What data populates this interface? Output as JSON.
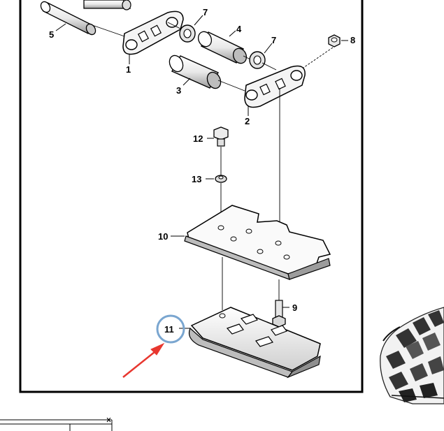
{
  "diagram": {
    "callouts": [
      {
        "id": "c1",
        "label": "1"
      },
      {
        "id": "c2",
        "label": "2"
      },
      {
        "id": "c3",
        "label": "3"
      },
      {
        "id": "c4",
        "label": "4"
      },
      {
        "id": "c5",
        "label": "5"
      },
      {
        "id": "c7a",
        "label": "7"
      },
      {
        "id": "c7b",
        "label": "7"
      },
      {
        "id": "c8",
        "label": "8"
      },
      {
        "id": "c9",
        "label": "9"
      },
      {
        "id": "c10",
        "label": "10"
      },
      {
        "id": "c11",
        "label": "11"
      },
      {
        "id": "c12",
        "label": "12"
      },
      {
        "id": "c13",
        "label": "13"
      }
    ],
    "highlight": {
      "target": "11",
      "circle_color": "#7aa6d0",
      "arrow_color": "#e8372f"
    }
  },
  "mini_window": {
    "close_icon": "close-icon"
  }
}
